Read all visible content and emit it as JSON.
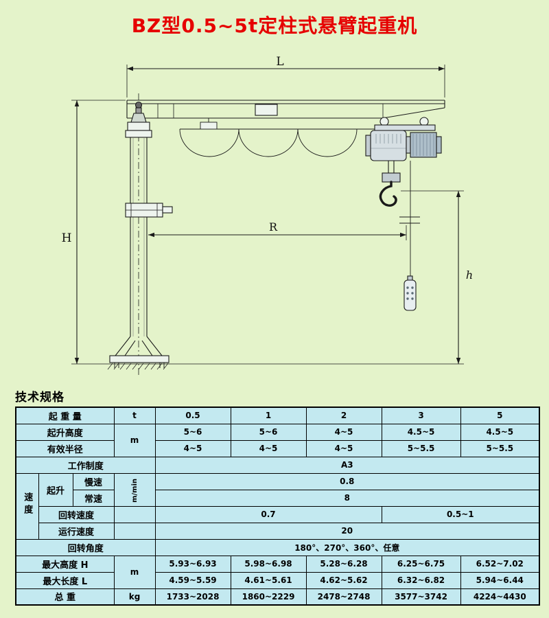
{
  "page": {
    "title": "BZ型0.5~5t定柱式悬臂起重机",
    "section_title": "技术规格"
  },
  "colors": {
    "page_bg": "#e4f3ca",
    "cell_bg": "#c3e9f0",
    "title_red": "#e60000"
  },
  "drawing": {
    "dim_labels": {
      "L": "L",
      "H": "H",
      "R": "R",
      "h": "h"
    }
  },
  "table": {
    "capacity": {
      "label": "起 重 量",
      "unit": "t",
      "values": [
        "0.5",
        "1",
        "2",
        "3",
        "5"
      ]
    },
    "lift_height": {
      "label": "起升高度",
      "unit": "m",
      "values": [
        "5~6",
        "5~6",
        "4~5",
        "4.5~5",
        "4.5~5"
      ]
    },
    "radius": {
      "label": "有效半径",
      "values": [
        "4~5",
        "4~5",
        "4~5",
        "5~5.5",
        "5~5.5"
      ]
    },
    "duty": {
      "label": "工作制度",
      "value": "A3"
    },
    "speed": {
      "group_label": "速度",
      "lift_label": "起升",
      "unit": "m/min",
      "slow": {
        "label": "慢速",
        "value": "0.8"
      },
      "normal": {
        "label": "常速",
        "value": "8"
      },
      "slew": {
        "label": "回转速度",
        "value_a": "0.7",
        "value_b": "0.5~1"
      },
      "travel": {
        "label": "运行速度",
        "value": "20"
      }
    },
    "slew_angle": {
      "label": "回转角度",
      "value": "180°、270°、360°、任意"
    },
    "max_height": {
      "label": "最大高度 H",
      "unit": "m",
      "values": [
        "5.93~6.93",
        "5.98~6.98",
        "5.28~6.28",
        "6.25~6.75",
        "6.52~7.02"
      ]
    },
    "max_length": {
      "label": "最大长度 L",
      "values": [
        "4.59~5.59",
        "4.61~5.61",
        "4.62~5.62",
        "6.32~6.82",
        "5.94~6.44"
      ]
    },
    "total_weight": {
      "label": "总 重",
      "unit": "kg",
      "values": [
        "1733~2028",
        "1860~2229",
        "2478~2748",
        "3577~3742",
        "4224~4430"
      ]
    }
  }
}
